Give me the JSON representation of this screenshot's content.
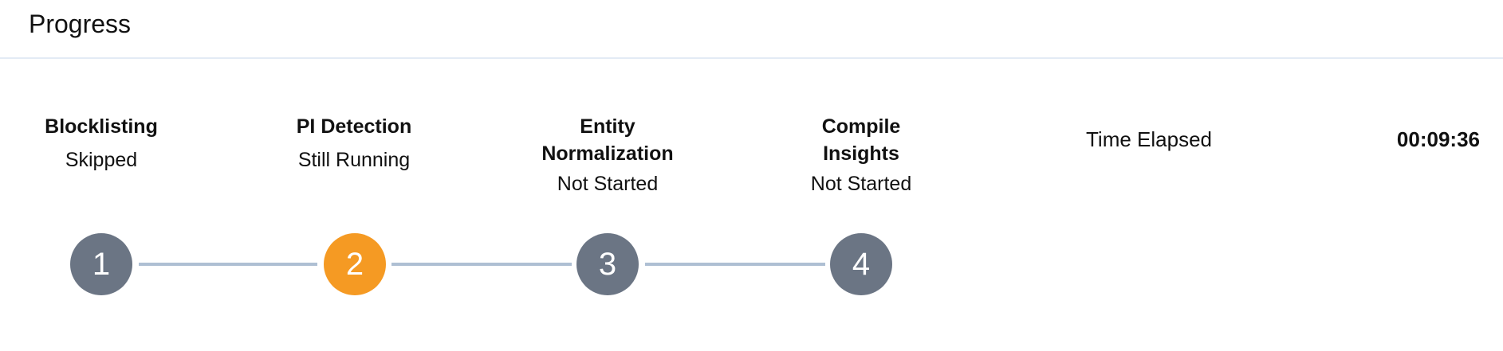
{
  "header": {
    "title": "Progress"
  },
  "colors": {
    "pending": "#6b7584",
    "active": "#f59a23",
    "connector": "#aebfd3",
    "divider": "#e3ebf5"
  },
  "steps": [
    {
      "number": "1",
      "title": "Blocklisting",
      "status": "Skipped",
      "state": "skipped"
    },
    {
      "number": "2",
      "title": "PI Detection",
      "status": "Still Running",
      "state": "running"
    },
    {
      "number": "3",
      "title": "Entity Normalization",
      "status": "Not Started",
      "state": "not-started"
    },
    {
      "number": "4",
      "title": "Compile Insights",
      "status": "Not Started",
      "state": "not-started"
    }
  ],
  "timer": {
    "label": "Time Elapsed",
    "value": "00:09:36"
  }
}
